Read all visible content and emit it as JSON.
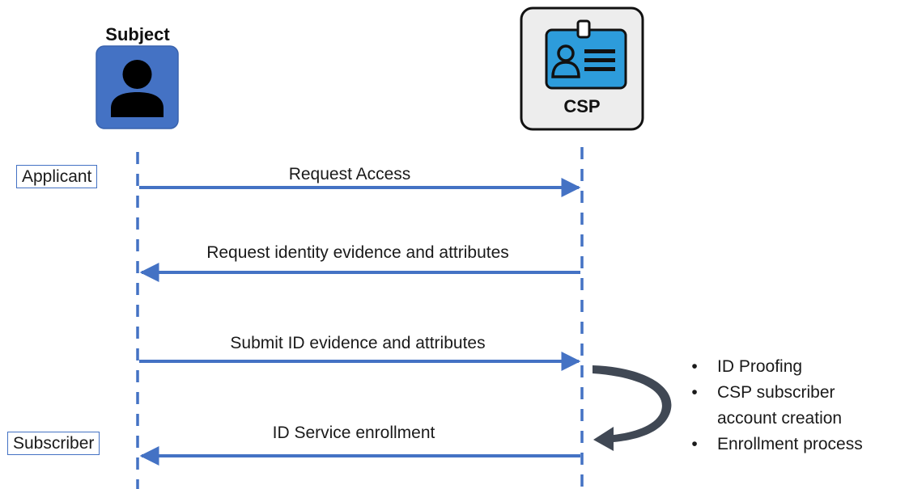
{
  "participants": {
    "subject": {
      "title": "Subject",
      "icon": "person-icon"
    },
    "csp": {
      "label": "CSP",
      "icon": "id-badge-icon"
    }
  },
  "roles": {
    "applicant": "Applicant",
    "subscriber": "Subscriber"
  },
  "messages": [
    {
      "label": "Request Access",
      "from": "subject",
      "to": "csp"
    },
    {
      "label": "Request identity evidence and attributes",
      "from": "csp",
      "to": "subject"
    },
    {
      "label": "Submit ID evidence and attributes",
      "from": "subject",
      "to": "csp"
    },
    {
      "label": "ID Service enrollment",
      "from": "csp",
      "to": "subject"
    }
  ],
  "process_notes": [
    "ID Proofing",
    "CSP subscriber account creation",
    "Enrollment process"
  ],
  "colors": {
    "line": "#4472c4",
    "subject_fill": "#4472c4",
    "csp_badge_fill": "#2d9cdb",
    "csp_box_fill": "#ededed",
    "curve_arrow": "#404854"
  }
}
